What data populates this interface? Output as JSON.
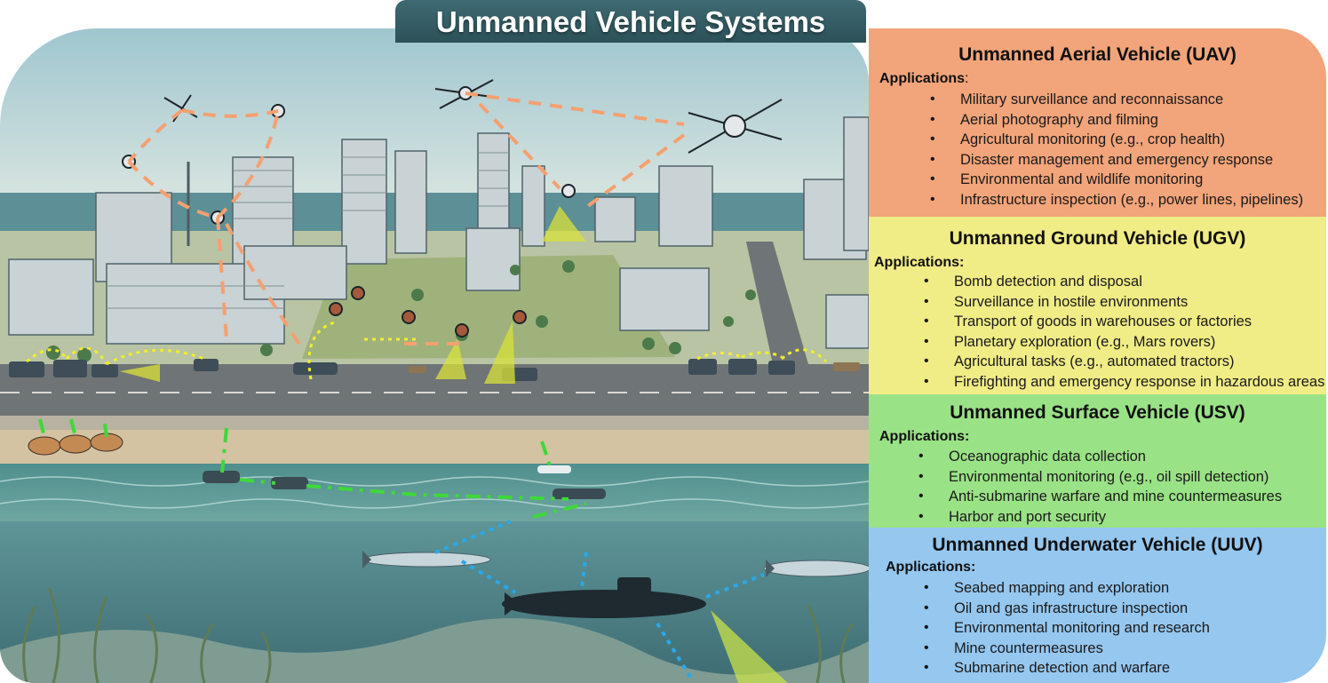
{
  "title": "Unmanned Vehicle Systems",
  "sections": {
    "uav": {
      "heading": "Unmanned Aerial Vehicle (UAV)",
      "apps_label": "Applications",
      "apps_suffix": ":",
      "color": "#f2a47a",
      "items": [
        "Military surveillance and reconnaissance",
        "Aerial photography and filming",
        "Agricultural monitoring (e.g., crop health)",
        "Disaster management and emergency response",
        "Environmental and wildlife monitoring",
        "Infrastructure inspection (e.g., power lines, pipelines)"
      ]
    },
    "ugv": {
      "heading": "Unmanned Ground Vehicle (UGV)",
      "apps_label": "Applications:",
      "color": "#f0ec86",
      "items": [
        "Bomb detection and disposal",
        "Surveillance in hostile environments",
        "Transport of goods in warehouses or factories",
        "Planetary exploration (e.g., Mars rovers)",
        "Agricultural tasks (e.g., automated tractors)",
        "Firefighting and emergency response in hazardous areas"
      ]
    },
    "usv": {
      "heading": "Unmanned Surface Vehicle (USV)",
      "apps_label": "Applications:",
      "color": "#9ae286",
      "items": [
        "Oceanographic data collection",
        "Environmental monitoring (e.g., oil spill detection)",
        "Anti-submarine warfare and mine countermeasures",
        "Harbor and port security"
      ]
    },
    "uuv": {
      "heading": "Unmanned Underwater Vehicle (UUV)",
      "apps_label": "Applications:",
      "color": "#95c7ef",
      "items": [
        "Seabed mapping and exploration",
        "Oil and gas infrastructure inspection",
        "Environmental monitoring and research",
        "Mine countermeasures",
        "Submarine detection and warfare"
      ]
    }
  },
  "link_colors": {
    "uav": "#f4a070",
    "ugv": "#f2ee2a",
    "usv": "#3fd83a",
    "uuv": "#2aa8e8"
  }
}
